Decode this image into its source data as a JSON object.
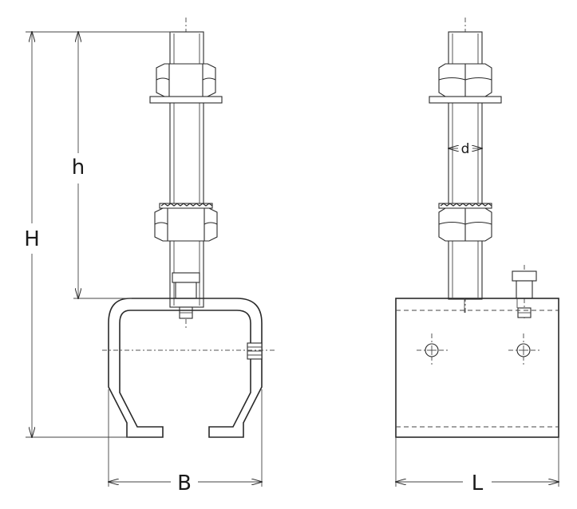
{
  "labels": {
    "H": "H",
    "h": "h",
    "B": "B",
    "L": "L",
    "d": "d"
  }
}
